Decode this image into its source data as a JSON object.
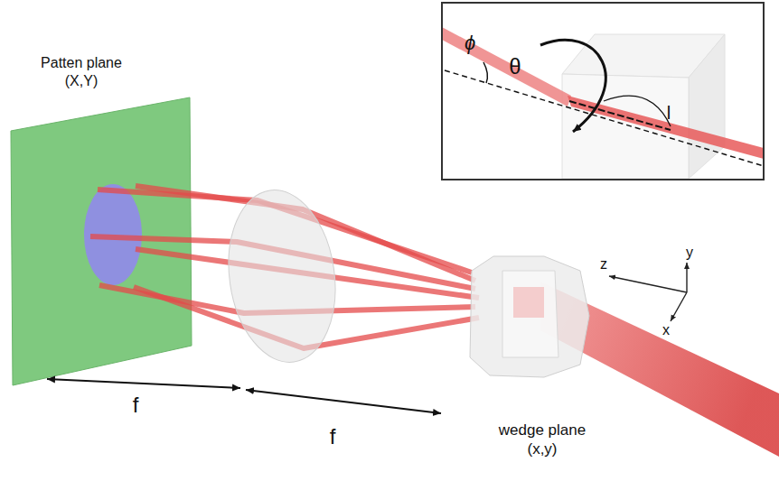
{
  "diagram": {
    "nodes": [
      {
        "text": [
          "Patten plane (X,Y)"
        ]
      },
      {
        "text": [
          "ϕ",
          "θ",
          "l"
        ]
      }
    ],
    "labels": [
      "f",
      "f",
      "wedge plane (x,y)",
      "z",
      "y",
      "x"
    ]
  }
}
